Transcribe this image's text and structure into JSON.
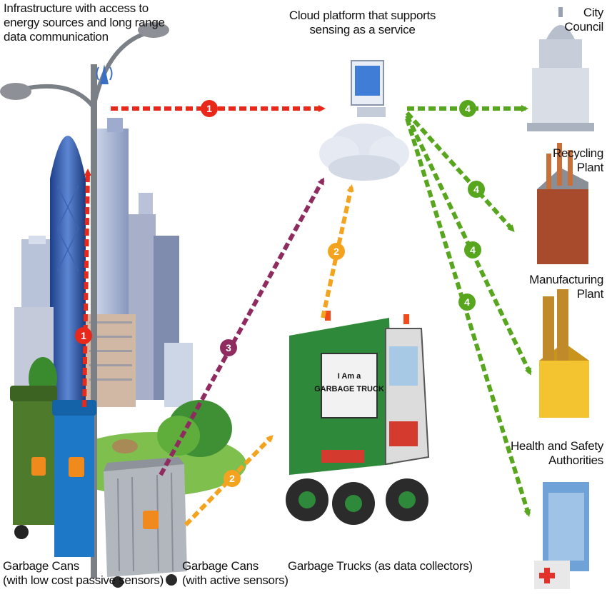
{
  "labels": {
    "infrastructure": [
      "Infrastructure with access to",
      "energy sources and long range",
      "data communication"
    ],
    "cloud": [
      "Cloud platform that supports",
      "sensing as a service"
    ],
    "city_council": [
      "City",
      "Council"
    ],
    "recycling": [
      "Recycling",
      "Plant"
    ],
    "manufacturing": [
      "Manufacturing",
      "Plant"
    ],
    "health": [
      "Health and Safety",
      "Authorities"
    ],
    "cans_passive": [
      "Garbage Cans",
      "(with low cost passive sensors)"
    ],
    "cans_active": [
      "Garbage Cans",
      "(with active sensors)"
    ],
    "trucks": "Garbage Trucks (as data collectors)",
    "truck_sign": [
      "I Am a",
      "GARBAGE TRUCK"
    ]
  },
  "steps": {
    "s1": "1",
    "s2": "2",
    "s3": "3",
    "s4": "4"
  },
  "colors": {
    "red": "#e8281a",
    "orange": "#f4a31f",
    "purple": "#8f2b5f",
    "green": "#57a61e"
  }
}
